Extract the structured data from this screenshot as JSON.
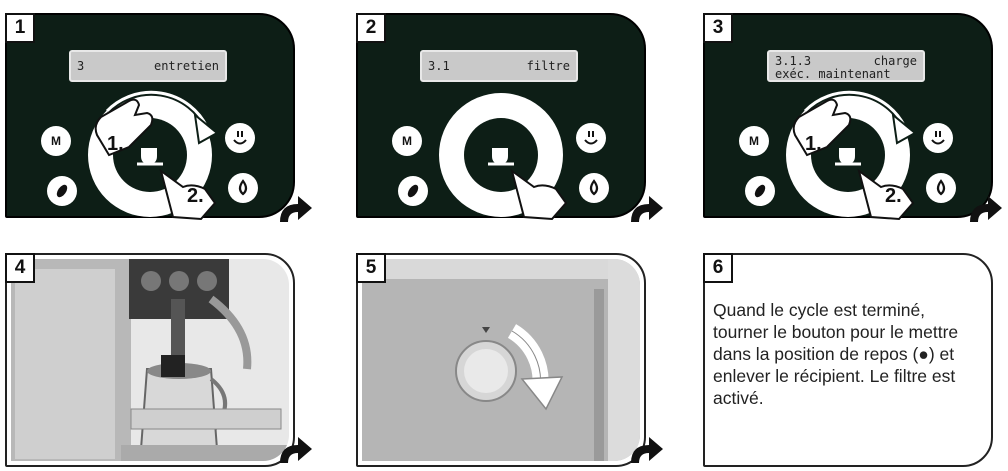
{
  "steps": [
    {
      "number": "1",
      "lcd_line1_left": "3",
      "lcd_line1_right": "entretien",
      "hand_labels": [
        "1.",
        "2."
      ]
    },
    {
      "number": "2",
      "lcd_line1_left": "3.1",
      "lcd_line1_right": "filtre"
    },
    {
      "number": "3",
      "lcd_line1_left": "3.1.3",
      "lcd_line1_right": "charge",
      "lcd_line2": "exéc. maintenant",
      "hand_labels": [
        "1.",
        "2."
      ]
    },
    {
      "number": "4"
    },
    {
      "number": "5"
    },
    {
      "number": "6",
      "text": "Quand le cycle est terminé, tourner le bouton pour le mettre dans la position de repos (●) et enlever le récipient. Le filtre est activé."
    }
  ],
  "icons": {
    "menu": "m-menu-icon",
    "steam": "steam-icon",
    "coffee": "coffee-bean-icon",
    "water": "water-drop-icon",
    "cup": "cup-icon",
    "next": "next-arrow-icon"
  },
  "colors": {
    "panel_dark": "#0d1e16",
    "lcd": "#c9c9c9"
  }
}
